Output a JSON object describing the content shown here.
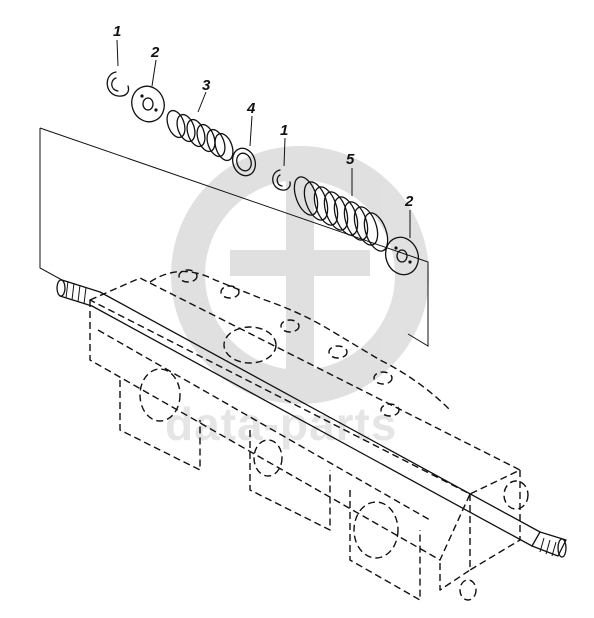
{
  "callouts": {
    "c1a": "1",
    "c2a": "2",
    "c3": "3",
    "c4": "4",
    "c1b": "1",
    "c5": "5",
    "c2b": "2"
  },
  "watermark": {
    "text": "data-parts"
  },
  "colors": {
    "line": "#111111",
    "watermark": "#cfcfcf",
    "background": "#ffffff"
  }
}
